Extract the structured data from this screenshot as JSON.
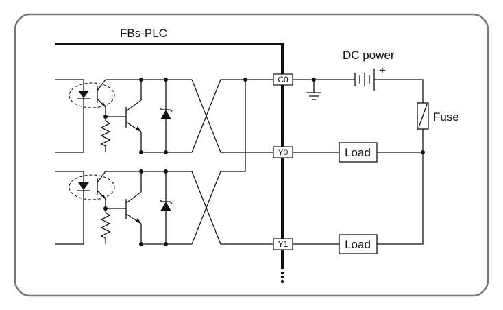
{
  "diagram": {
    "plc_label": "FBs-PLC",
    "dc_power_label": "DC power",
    "plus_sign": "+",
    "fuse_label": "Fuse",
    "terminals": {
      "c0": "C0",
      "y0": "Y0",
      "y1": "Y1"
    },
    "loads": {
      "load0": "Load",
      "load1": "Load"
    }
  }
}
